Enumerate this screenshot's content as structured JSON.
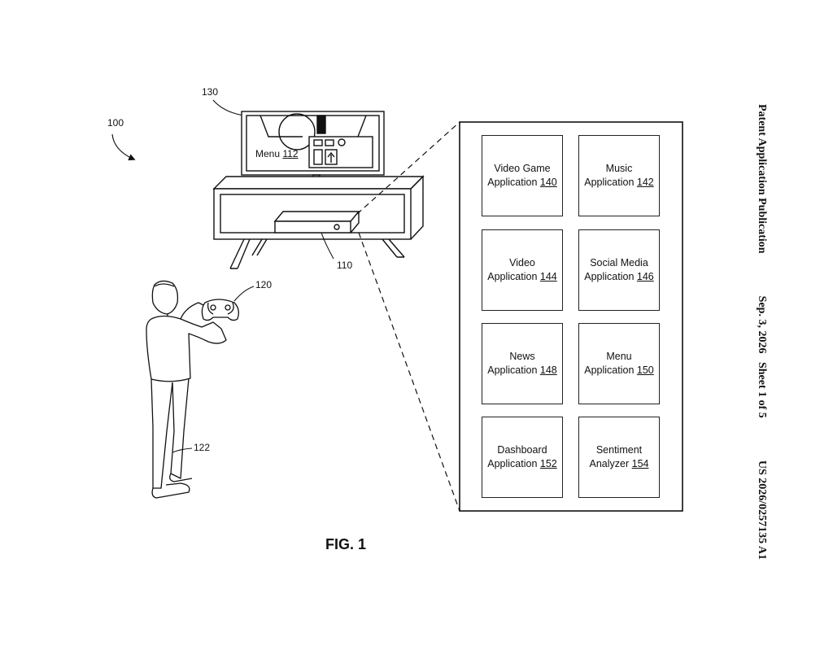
{
  "header": {
    "publication": "Patent Application Publication",
    "date_sheet": "Sep. 3, 2026   Sheet 1 of 5",
    "number": "US 2026/0257135 A1"
  },
  "labels": {
    "system": "100",
    "display": "130",
    "console": "110",
    "controller": "120",
    "user": "122"
  },
  "screen_menu": {
    "text": "Menu",
    "num": "112"
  },
  "applications": [
    {
      "line1": "Video Game",
      "line2": "Application",
      "num": "140"
    },
    {
      "line1": "Music",
      "line2": "Application",
      "num": "142"
    },
    {
      "line1": "Video",
      "line2": "Application",
      "num": "144"
    },
    {
      "line1": "Social Media",
      "line2": "Application",
      "num": "146"
    },
    {
      "line1": "News",
      "line2": "Application",
      "num": "148"
    },
    {
      "line1": "Menu",
      "line2": "Application",
      "num": "150"
    },
    {
      "line1": "Dashboard",
      "line2": "Application",
      "num": "152"
    },
    {
      "line1": "Sentiment",
      "line2": "Analyzer",
      "num": "154"
    }
  ],
  "caption": "FIG. 1"
}
